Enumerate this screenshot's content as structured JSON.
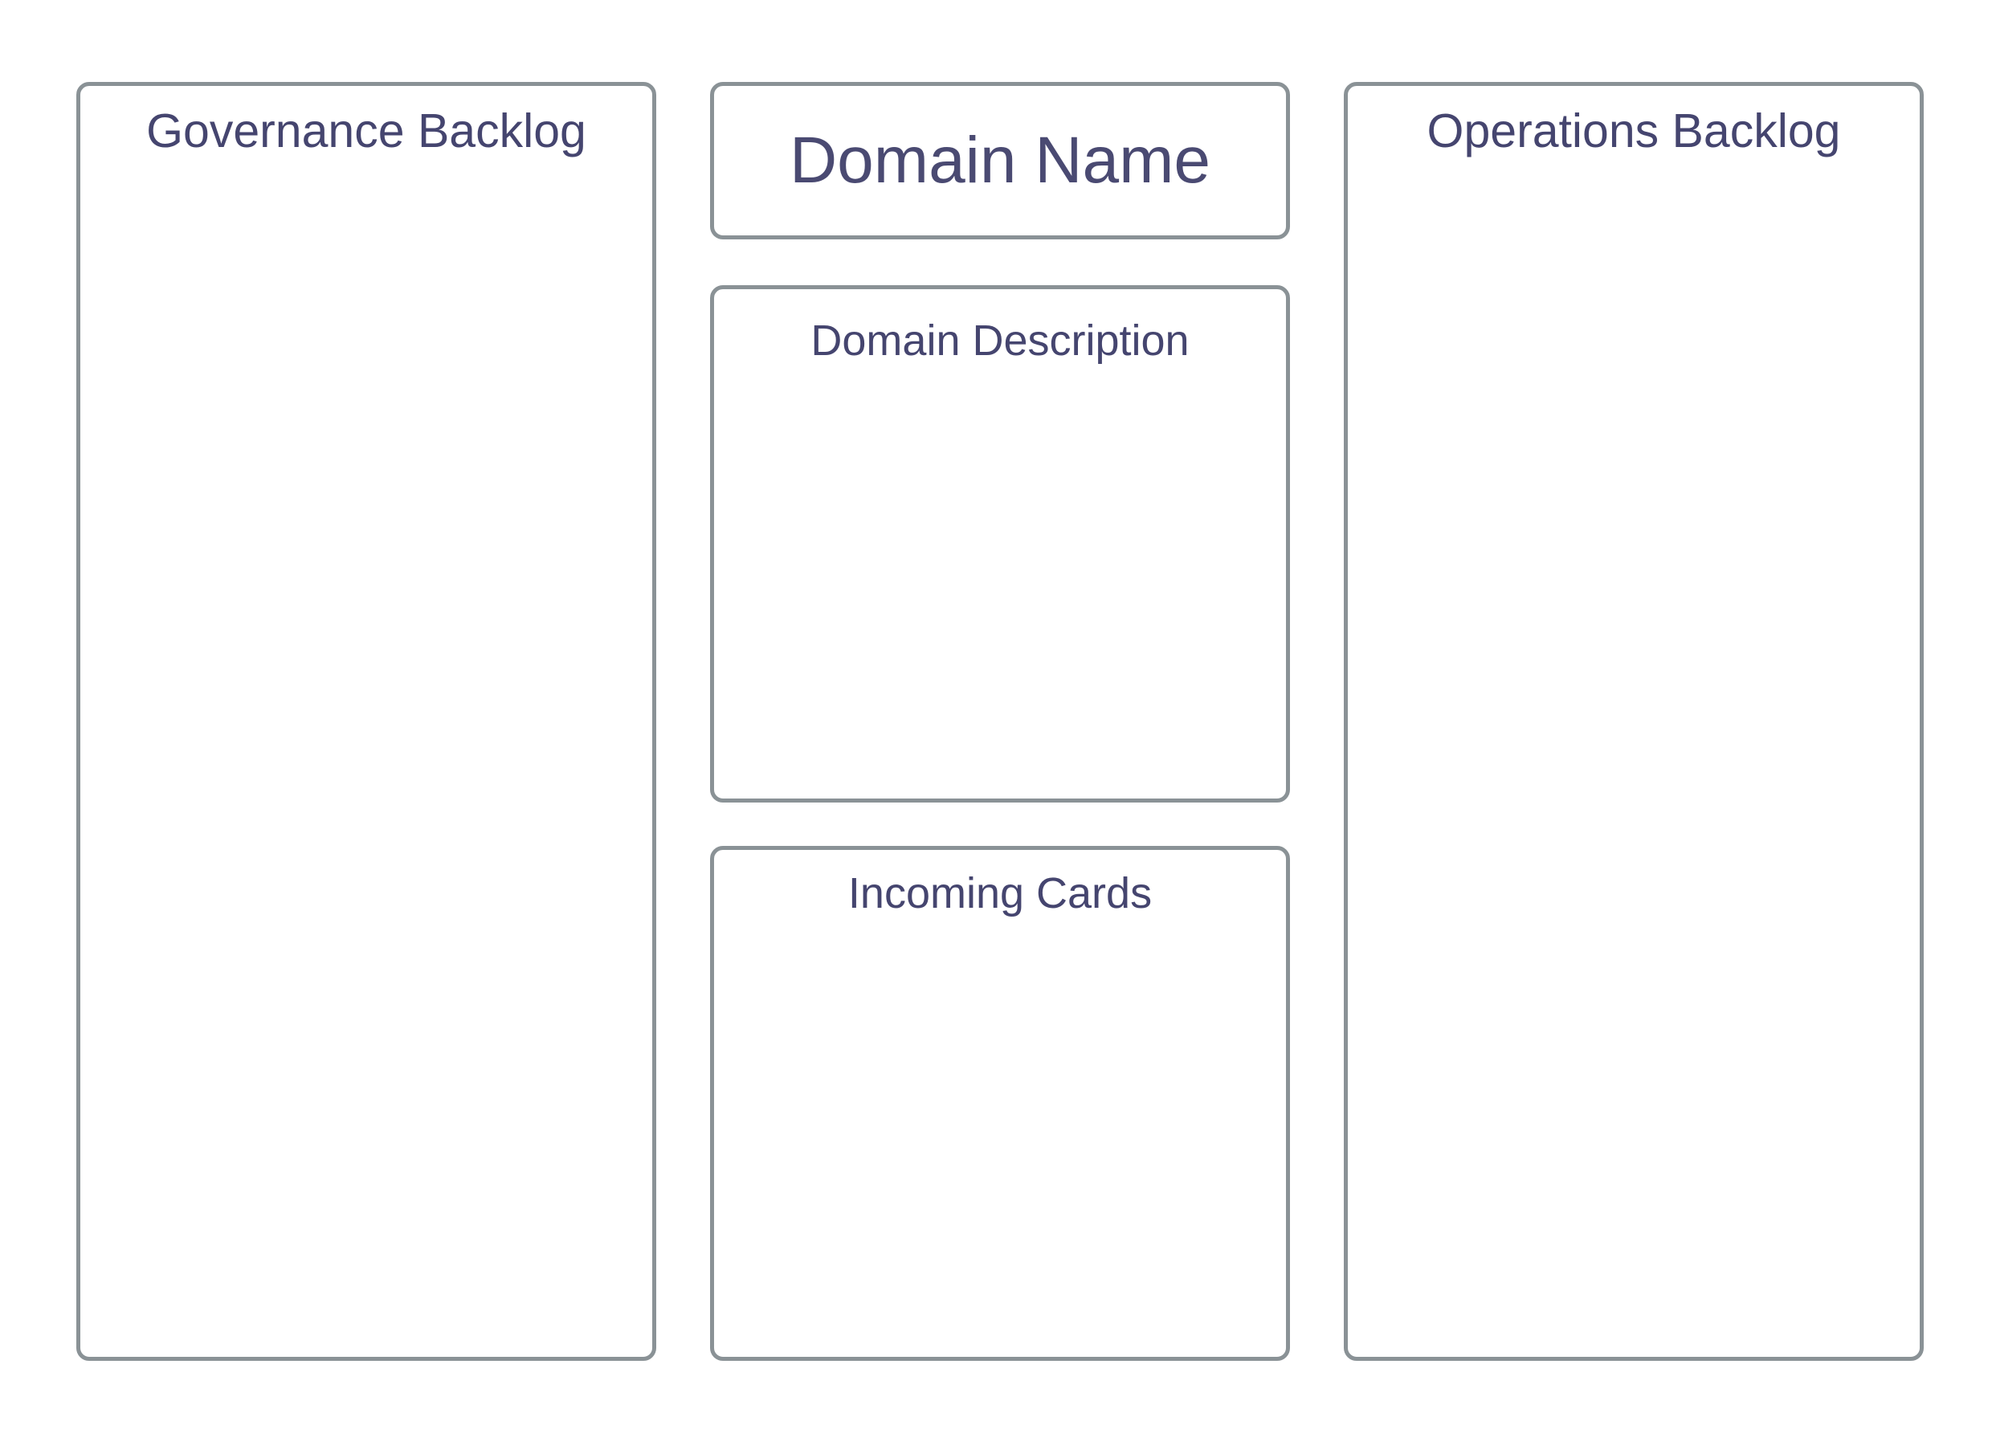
{
  "canvas": {
    "governance_backlog": {
      "title": "Governance Backlog"
    },
    "domain_name": {
      "title": "Domain Name"
    },
    "domain_description": {
      "title": "Domain Description"
    },
    "incoming_cards": {
      "title": "Incoming Cards"
    },
    "operations_backlog": {
      "title": "Operations Backlog"
    }
  },
  "colors": {
    "border": "#8a9296",
    "text": "#45456f",
    "background": "#ffffff"
  }
}
